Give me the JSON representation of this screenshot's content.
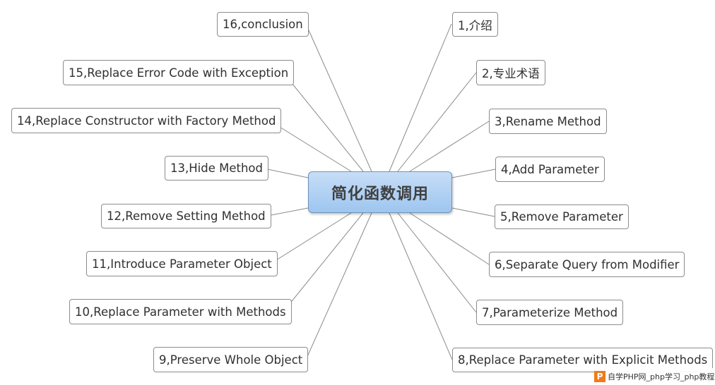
{
  "map": {
    "root": "简化函数调用",
    "branches": [
      "1,介绍",
      "2,专业术语",
      "3,Rename Method",
      "4,Add Parameter",
      "5,Remove Parameter",
      "6,Separate Query from Modifier",
      "7,Parameterize Method",
      "8,Replace Parameter with Explicit Methods",
      "9,Preserve Whole Object",
      "10,Replace Parameter with Methods",
      "11,Introduce Parameter Object",
      "12,Remove Setting Method",
      "13,Hide Method",
      "14,Replace Constructor with Factory Method",
      "15,Replace Error Code with Exception",
      "16,conclusion"
    ]
  },
  "watermark": {
    "logo": "P",
    "text": "自学PHP网_php学习_php教程"
  }
}
